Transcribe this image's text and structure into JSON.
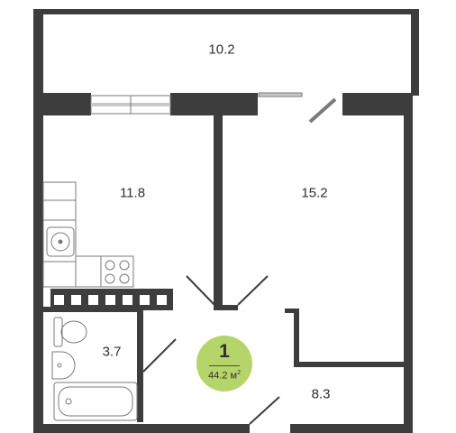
{
  "floor_plan": {
    "rooms": [
      {
        "id": "balcony",
        "area": "10.2"
      },
      {
        "id": "kitchen",
        "area": "11.8"
      },
      {
        "id": "living-room",
        "area": "15.2"
      },
      {
        "id": "bathroom",
        "area": "3.7"
      },
      {
        "id": "hallway",
        "area": "8.3"
      }
    ],
    "badge": {
      "rooms": "1",
      "total_area": "44.2 м",
      "area_unit_sup": "2"
    }
  },
  "colors": {
    "wall": "#3d3d3d",
    "badge": "#b5d56a",
    "fixture_line": "#7a7a7a",
    "window": "#c8c8c8"
  }
}
